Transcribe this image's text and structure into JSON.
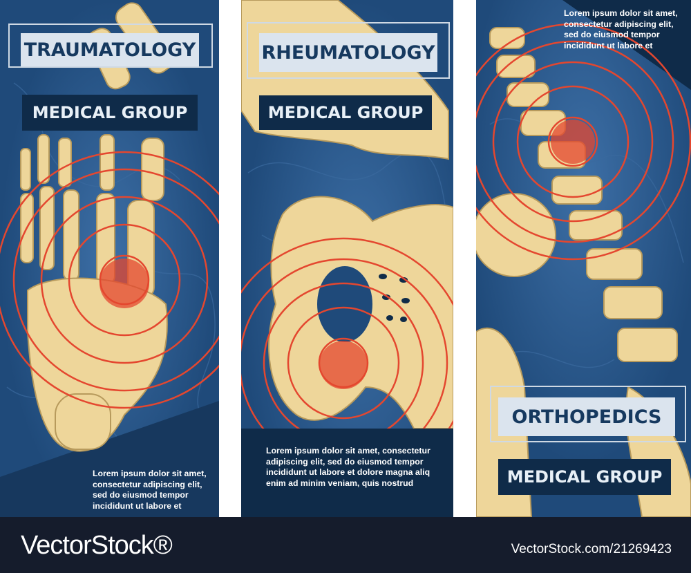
{
  "panels": [
    {
      "title": "TRAUMATOLOGY",
      "group": "MEDICAL GROUP",
      "lorem": [
        "Lorem ipsum dolor sit amet,",
        "consectetur adipiscing elit,",
        "sed do eiusmod tempor",
        "incididunt ut labore et"
      ]
    },
    {
      "title": "RHEUMATOLOGY",
      "group": "MEDICAL GROUP",
      "lorem": [
        "Lorem ipsum dolor sit amet, consectetur",
        "adipiscing elit, sed do eiusmod tempor",
        "incididunt ut labore et dolore magna aliq",
        "enim ad minim veniam, quis nostrud"
      ]
    },
    {
      "title": "ORTHOPEDICS",
      "group": "MEDICAL GROUP",
      "lorem": [
        "Lorem ipsum dolor sit amet,",
        "consectetur adipiscing elit,",
        "sed do eiusmod tempor",
        "incididunt ut labore et"
      ]
    }
  ],
  "footer": {
    "brand": "VectorStock®",
    "id": "VectorStock.com/21269423"
  },
  "colors": {
    "panel_bg": "#1f4a7a",
    "bone": "#eed69a",
    "pain_ring": "#e4472f",
    "footer_bg": "#151c2c"
  }
}
